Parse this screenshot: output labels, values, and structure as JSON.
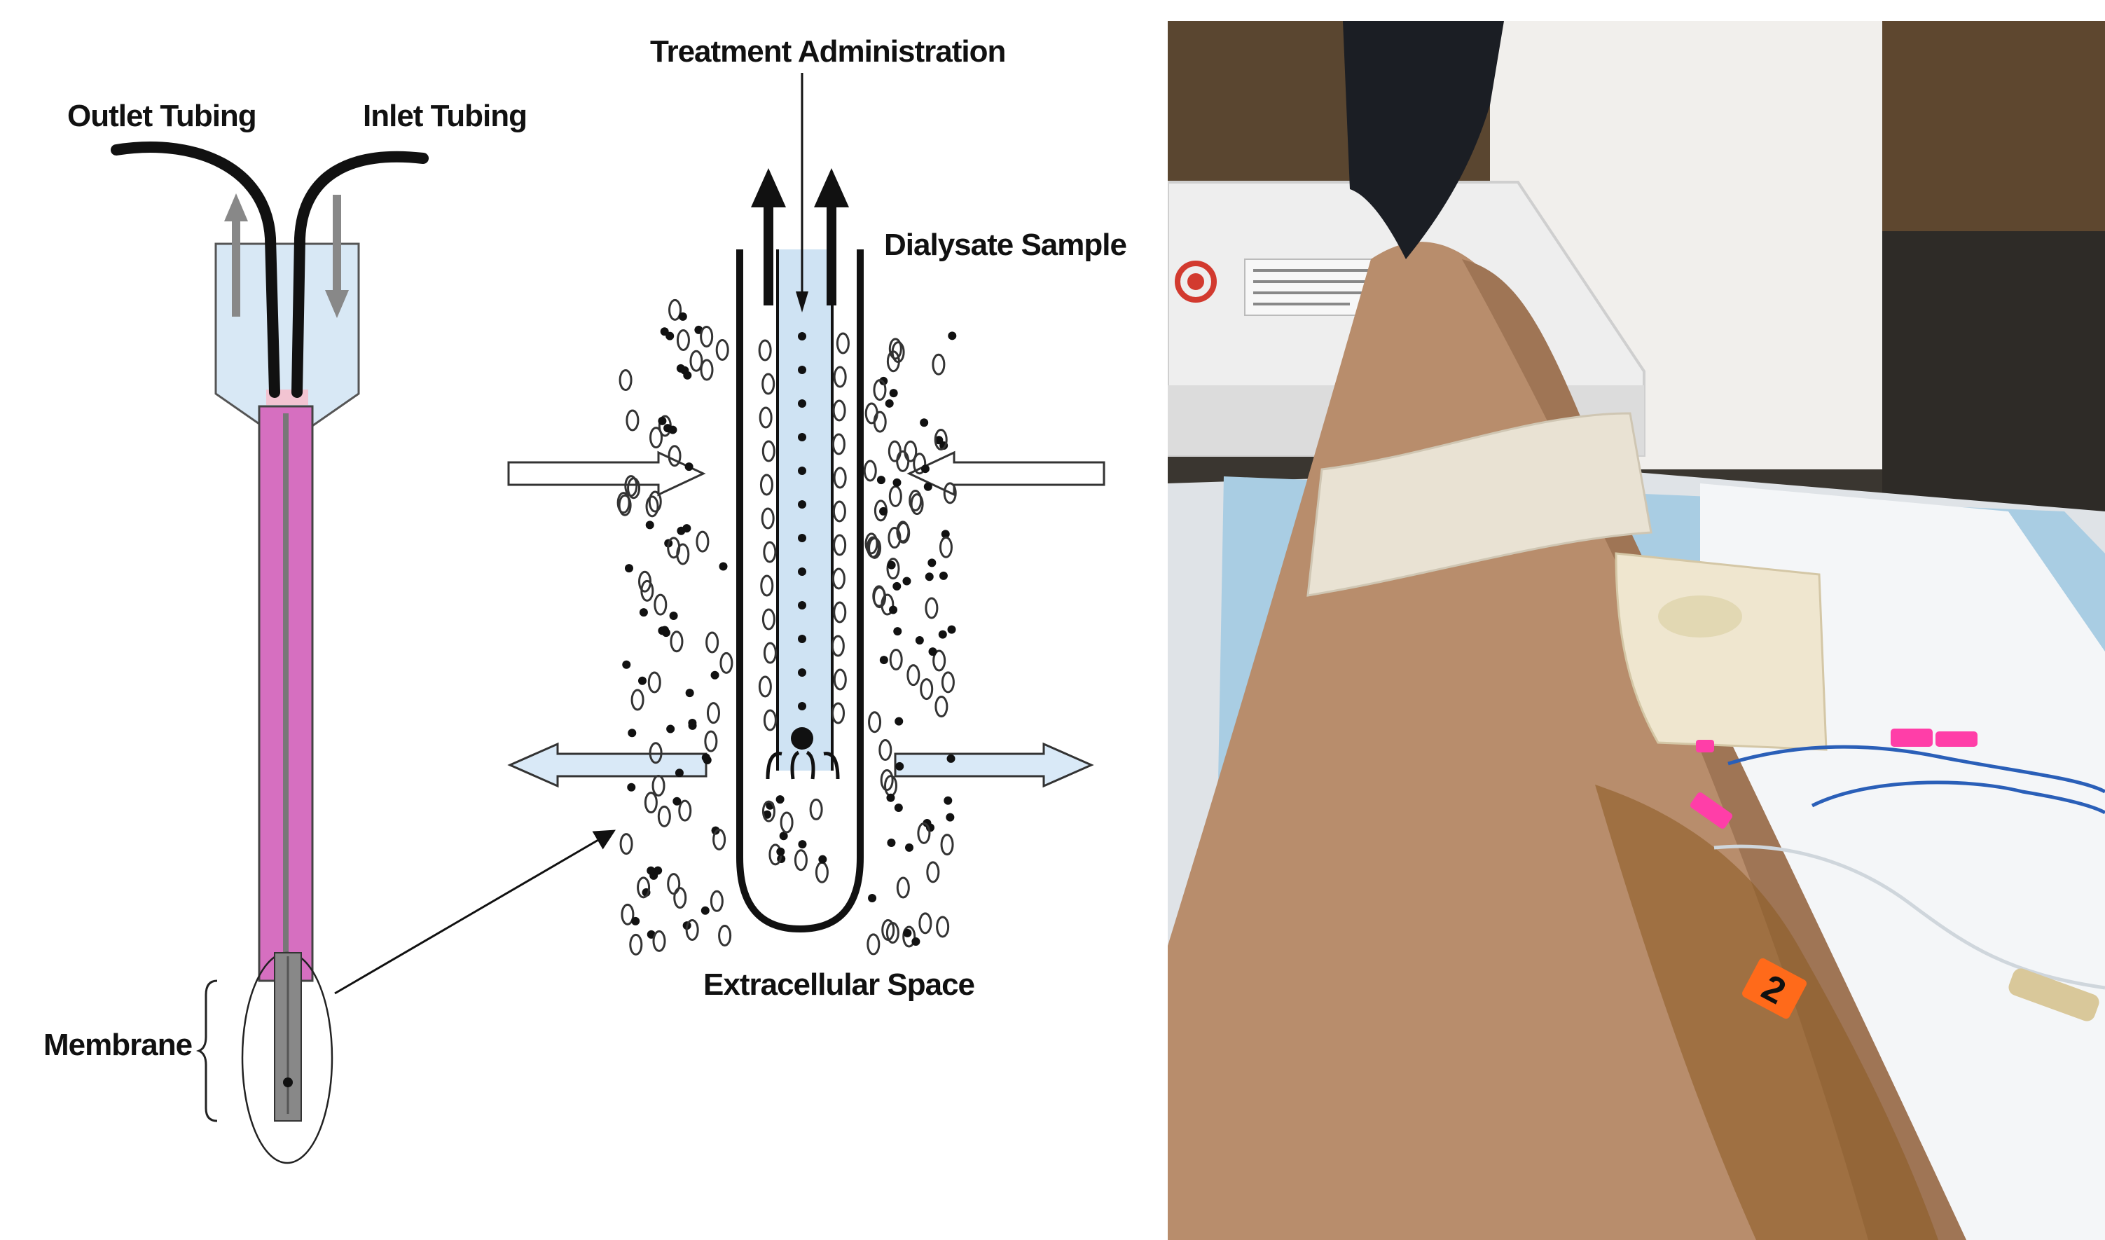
{
  "labels": {
    "outlet_tubing": "Outlet Tubing",
    "inlet_tubing": "Inlet Tubing",
    "membrane": "Membrane",
    "treatment_administration": "Treatment Administration",
    "dialysate_sample": "Dialysate Sample",
    "extracellular_space": "Extracellular Space"
  },
  "photo_label": "2",
  "colors": {
    "probe_pink": "#d66fc0",
    "dialysate_blue": "#cfe3f3",
    "reservoir_blue": "#d8e8f5",
    "arrow_light_blue": "#d9e9f7",
    "label_orange": "#ff6a1a",
    "tag_pink": "#ff3ea8",
    "leg_tone": "#b88d6c"
  }
}
